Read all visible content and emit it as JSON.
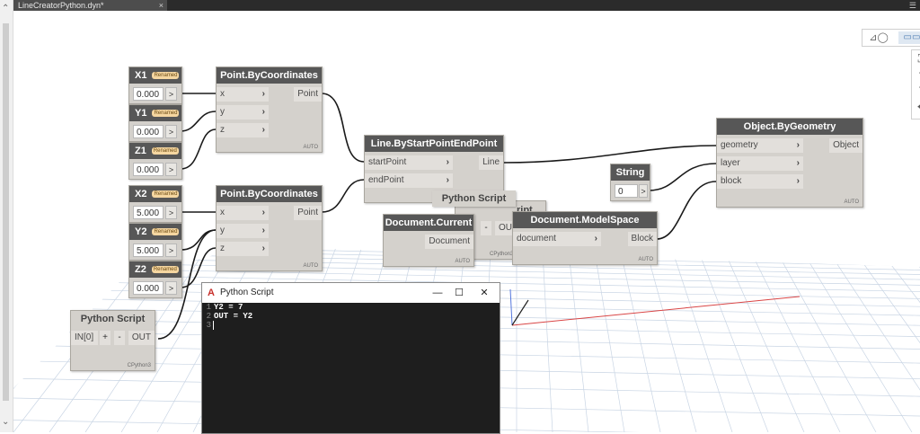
{
  "tab": {
    "title": "LineCreatorPython.dyn*",
    "close": "×"
  },
  "menu_icon": "hamburger-icon",
  "scroll": {
    "up": "⌃",
    "down": "⌄"
  },
  "view_toggle": {
    "geometry_icon": "geometry-view-icon",
    "graph_icon": "graph-view-icon"
  },
  "nav": {
    "fit": "⛶",
    "zoom_in": "+",
    "zoom_out": "−",
    "pan": "✥"
  },
  "nodes": {
    "x1": {
      "title": "X1",
      "badge": "Renamed",
      "value": "0.000",
      "arrow": ">"
    },
    "y1": {
      "title": "Y1",
      "badge": "Renamed",
      "value": "0.000",
      "arrow": ">"
    },
    "z1": {
      "title": "Z1",
      "badge": "Renamed",
      "value": "0.000",
      "arrow": ">"
    },
    "x2": {
      "title": "X2",
      "badge": "Renamed",
      "value": "5.000",
      "arrow": ">"
    },
    "y2": {
      "title": "Y2",
      "badge": "Renamed",
      "value": "5.000",
      "arrow": ">"
    },
    "z2": {
      "title": "Z2",
      "badge": "Renamed",
      "value": "0.000",
      "arrow": ">"
    },
    "point1": {
      "title": "Point.ByCoordinates",
      "in": [
        "x",
        "y",
        "z"
      ],
      "out": "Point",
      "lacing": "AUTO"
    },
    "point2": {
      "title": "Point.ByCoordinates",
      "in": [
        "x",
        "y",
        "z"
      ],
      "out": "Point",
      "lacing": "AUTO"
    },
    "line": {
      "title": "Line.ByStartPointEndPoint",
      "in": [
        "startPoint",
        "endPoint"
      ],
      "out": "Line"
    },
    "pyback": {
      "title": "Python Script",
      "partial": "ript",
      "out_partial": "OUT",
      "minus": "-",
      "engine_partial": "CPython3"
    },
    "doc_current": {
      "title": "Document.Current",
      "out": "Document",
      "lacing": "AUTO"
    },
    "modelspace": {
      "title": "Document.ModelSpace",
      "in": "document",
      "out": "Block",
      "lacing": "AUTO"
    },
    "string": {
      "title": "String",
      "value": "0",
      "arrow": ">"
    },
    "objgeo": {
      "title": "Object.ByGeometry",
      "in": [
        "geometry",
        "layer",
        "block"
      ],
      "out": "Object",
      "lacing": "AUTO"
    },
    "pyleft": {
      "title": "Python Script",
      "in": "IN[0]",
      "plus": "+",
      "minus": "-",
      "out": "OUT",
      "engine": "CPython3"
    }
  },
  "editor": {
    "title": "Python Script",
    "app_icon": "dynamo-logo-icon",
    "minimize": "—",
    "maximize": "☐",
    "close": "✕",
    "lines": [
      {
        "num": "1",
        "text": "Y2 = 7"
      },
      {
        "num": "2",
        "text": "OUT = Y2"
      },
      {
        "num": "3",
        "text": ""
      }
    ]
  },
  "colors": {
    "node_header": "#575757",
    "node_body": "#d4d1cc",
    "wire": "#1a1a1a",
    "editor_bg": "#1e1e1e",
    "axis_x": "#d94545",
    "axis_y": "#5577dd"
  }
}
